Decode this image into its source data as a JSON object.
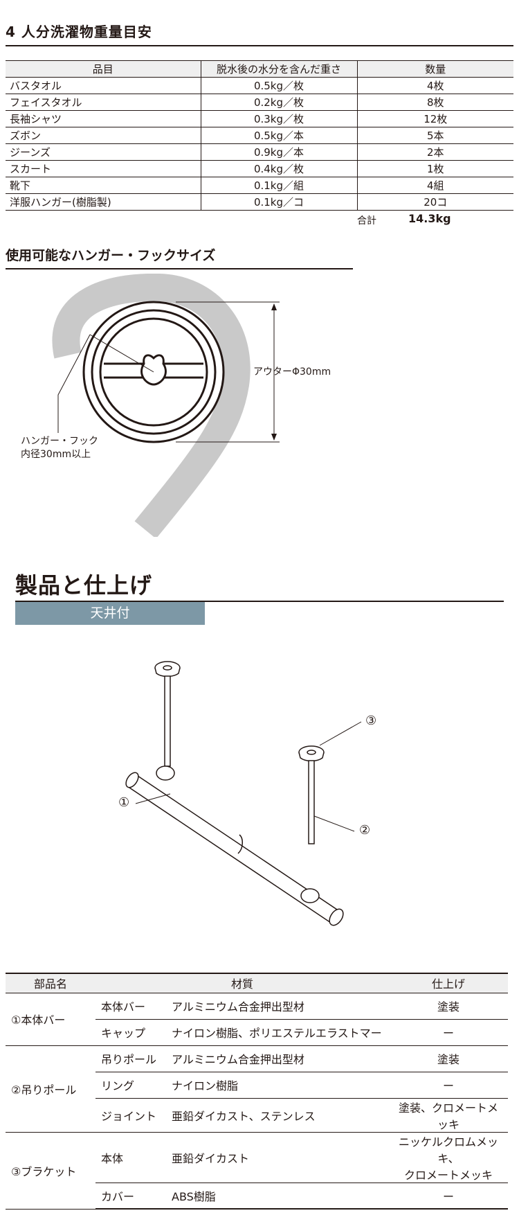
{
  "weight_section": {
    "title": "4 人分洗濯物重量目安",
    "headers": [
      "品目",
      "脱水後の水分を含んだ重さ",
      "数量"
    ],
    "rows": [
      [
        "バスタオル",
        "0.5kg／枚",
        "4枚"
      ],
      [
        "フェイスタオル",
        "0.2kg／枚",
        "8枚"
      ],
      [
        "長袖シャツ",
        "0.3kg／枚",
        "12枚"
      ],
      [
        "ズボン",
        "0.5kg／本",
        "5本"
      ],
      [
        "ジーンズ",
        "0.9kg／本",
        "2本"
      ],
      [
        "スカート",
        "0.4kg／枚",
        "1枚"
      ],
      [
        "靴下",
        "0.1kg／組",
        "4組"
      ],
      [
        "洋服ハンガー(樹脂製)",
        "0.1kg／コ",
        "20コ"
      ]
    ],
    "total_label": "合計",
    "total_value": "14.3kg"
  },
  "hook_section": {
    "title": "使用可能なハンガー・フックサイズ",
    "outer_label": "アウターΦ30mm",
    "hook_label_line1": "ハンガー・フック",
    "hook_label_line2": "内径30mm以上"
  },
  "product_section": {
    "title": "製品と仕上げ",
    "tab_label": "天井付",
    "callouts": [
      "①",
      "②",
      "③"
    ]
  },
  "parts_table": {
    "headers": [
      "部品名",
      "材質",
      "仕上げ"
    ],
    "groups": [
      {
        "name": "①本体バー",
        "rows": [
          [
            "本体バー",
            "アルミニウム合金押出型材",
            "塗装"
          ],
          [
            "キャップ",
            "ナイロン樹脂、ポリエステルエラストマー",
            "ー"
          ]
        ]
      },
      {
        "name": "②吊りポール",
        "rows": [
          [
            "吊りポール",
            "アルミニウム合金押出型材",
            "塗装"
          ],
          [
            "リング",
            "ナイロン樹脂",
            "ー"
          ],
          [
            "ジョイント",
            "亜鉛ダイカスト、ステンレス",
            "塗装、クロメートメッキ"
          ]
        ]
      },
      {
        "name": "③ブラケット",
        "rows": [
          [
            "本体",
            "亜鉛ダイカスト",
            "ニッケルクロムメッキ、"
          ],
          [
            "カバー",
            "ABS樹脂",
            "ー"
          ]
        ],
        "finish_line2": "クロメートメッキ"
      }
    ]
  },
  "colors": {
    "text": "#231815",
    "tab_bg": "#7d98a6",
    "hook_gray": "#c9c9c9",
    "header_bg": "#efefef"
  }
}
